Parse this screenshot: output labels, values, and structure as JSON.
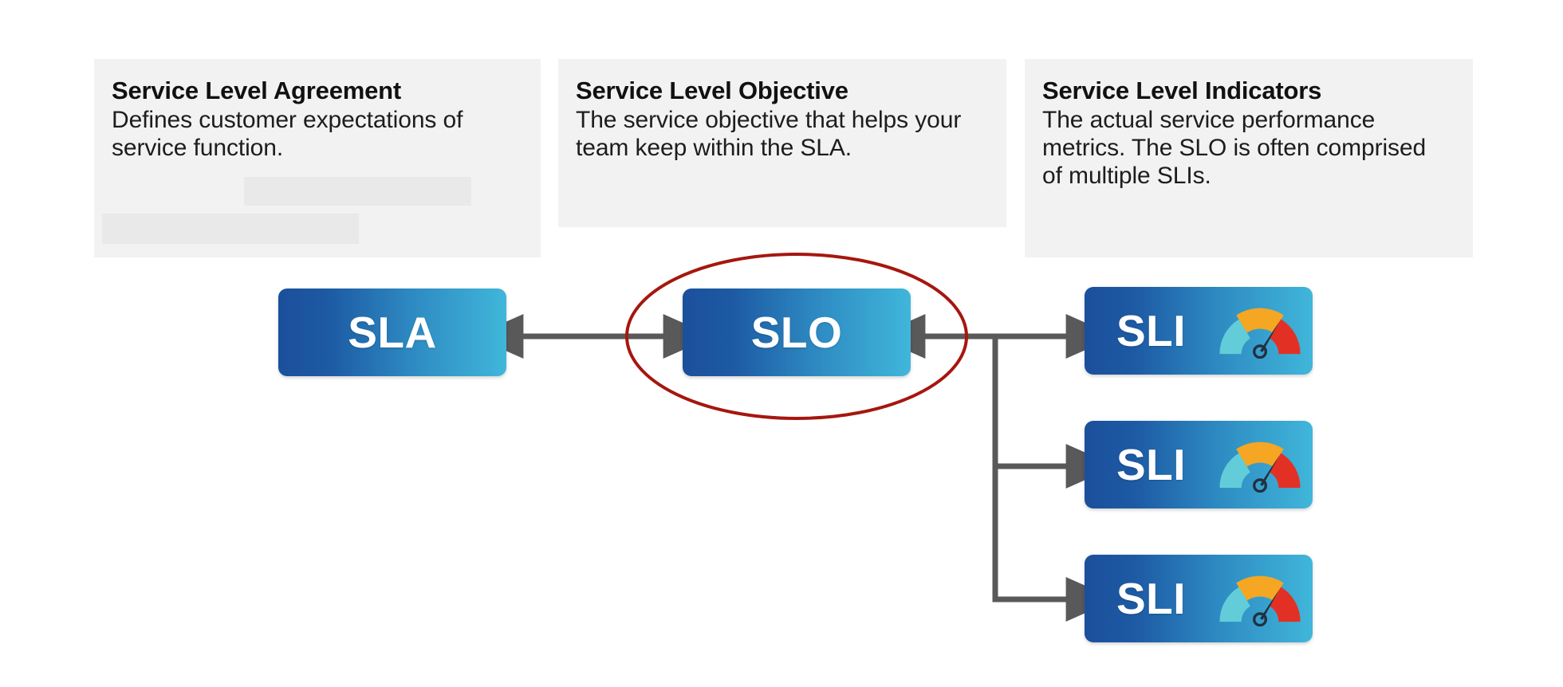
{
  "diagram": {
    "title_semantic": "SLA SLO SLI relationship diagram",
    "background_color": "#ffffff",
    "card_background": "#f2f2f2",
    "redaction_color": "#e9e9e9",
    "connector_color": "#595959",
    "highlight_ellipse_color": "#a5170f",
    "box_gradient_from": "#1b4f9c",
    "box_gradient_to": "#40b6da"
  },
  "cards": [
    {
      "id": "sla",
      "title": "Service Level Agreement",
      "body": "Defines customer expectations of service function."
    },
    {
      "id": "slo",
      "title": "Service Level Objective",
      "body": "The service objective that helps your team keep within the SLA."
    },
    {
      "id": "sli",
      "title": "Service Level Indicators",
      "body": "The actual service performance metrics. The SLO is often comprised of multiple SLIs."
    }
  ],
  "nodes": {
    "sla": {
      "label": "SLA"
    },
    "slo": {
      "label": "SLO"
    },
    "sli_1": {
      "label": "SLI"
    },
    "sli_2": {
      "label": "SLI"
    },
    "sli_3": {
      "label": "SLI"
    }
  },
  "gauge": {
    "icon_name": "gauge-meter-icon",
    "segment_colors": [
      "#62cdd8",
      "#f5a623",
      "#e23124"
    ],
    "segment_labels": [
      "low",
      "medium",
      "high"
    ],
    "needle_color": "#22303f",
    "needle_points_to": "high"
  },
  "connections": [
    {
      "from": "SLA",
      "to": "SLO",
      "type": "double-arrow"
    },
    {
      "from": "SLI group",
      "to": "SLO",
      "type": "double-arrow"
    },
    {
      "from": "trunk",
      "to": "SLI",
      "type": "arrow"
    },
    {
      "from": "trunk",
      "to": "SLI",
      "type": "arrow"
    },
    {
      "from": "trunk",
      "to": "SLI",
      "type": "arrow"
    }
  ],
  "annotation": {
    "name": "slo-highlight-ellipse",
    "shape": "ellipse",
    "color": "#a5170f"
  }
}
